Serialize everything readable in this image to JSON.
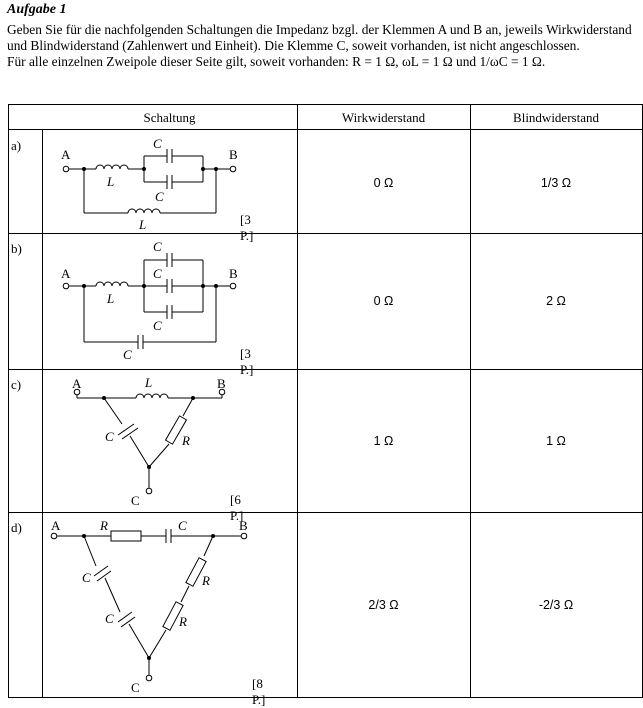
{
  "header": {
    "title": "Aufgabe 1"
  },
  "intro": {
    "line1": "Geben Sie für die nachfolgenden Schaltungen die Impedanz bzgl. der Klemmen A und B an, jeweils Wirkwiderstand und Blindwiderstand (Zahlenwert und Einheit). Die Klemme C, soweit vorhanden, ist nicht angeschlossen.",
    "line2": "Für alle einzelnen Zweipole dieser Seite gilt, soweit vorhanden: R = 1 Ω, ωL = 1 Ω und 1/ωC = 1 Ω."
  },
  "table": {
    "headers": [
      "Schaltung",
      "Wirkwiderstand",
      "Blindwiderstand"
    ],
    "rows": [
      {
        "label": "a)",
        "points": "[3 P.]",
        "wirk": "0 Ω",
        "blind": "1/3 Ω"
      },
      {
        "label": "b)",
        "points": "[3 P.]",
        "wirk": "0 Ω",
        "blind": "2 Ω"
      },
      {
        "label": "c)",
        "points": "[6 P.]",
        "wirk": "1 Ω",
        "blind": "1 Ω"
      },
      {
        "label": "d)",
        "points": "[8 P.]",
        "wirk": "2/3 Ω",
        "blind": "-2/3 Ω"
      }
    ]
  },
  "symbols": {
    "A": "A",
    "B": "B",
    "C": "C",
    "L": "L",
    "R": "R"
  }
}
